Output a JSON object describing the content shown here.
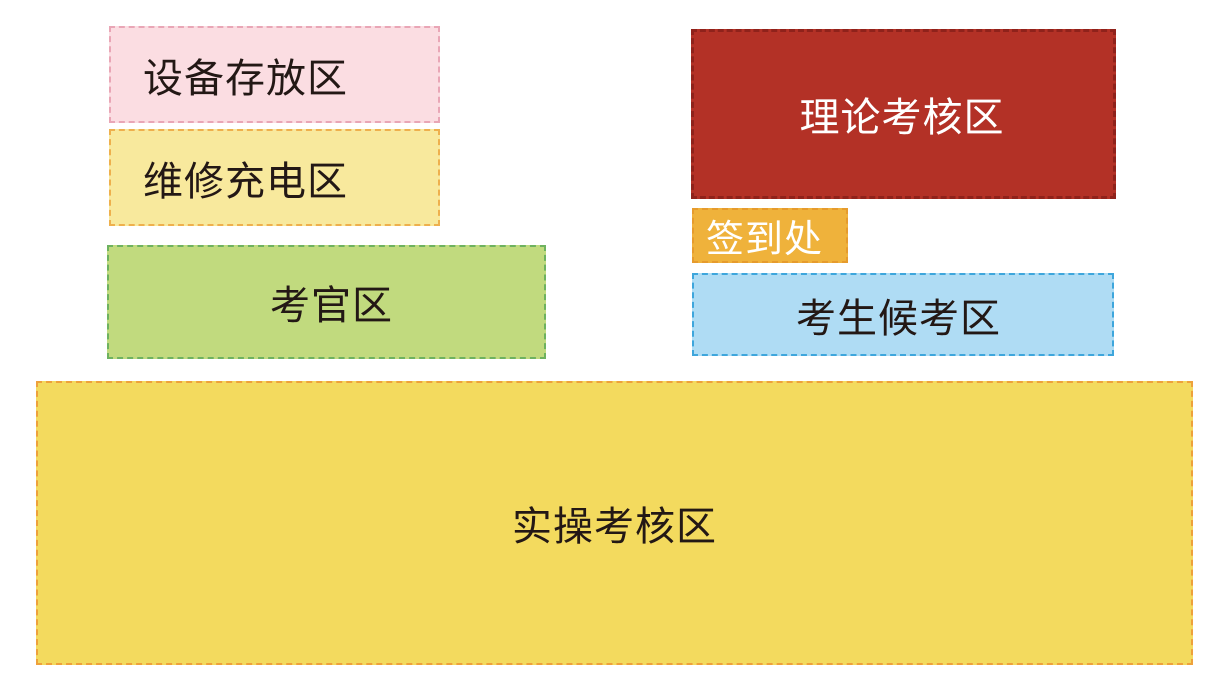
{
  "zones": {
    "storage": {
      "label": "设备存放区",
      "fill": "#fbdde2",
      "border": "#e9a6b6",
      "text_color": "#231815"
    },
    "repair": {
      "label": "维修充电区",
      "fill": "#f8e99d",
      "border": "#eeb04d",
      "text_color": "#231815"
    },
    "examiner": {
      "label": "考官区",
      "fill": "#c1da7e",
      "border": "#6eb25f",
      "text_color": "#231815"
    },
    "theory": {
      "label": "理论考核区",
      "fill": "#b33126",
      "border": "#8f221b",
      "text_color": "#ffffff"
    },
    "signin": {
      "label": "签到处",
      "fill": "#efb23b",
      "border": "#e69b2d",
      "text_color": "#ffffff"
    },
    "waiting": {
      "label": "考生候考区",
      "fill": "#afdcf4",
      "border": "#3ea6dc",
      "text_color": "#231815"
    },
    "practice": {
      "label": "实操考核区",
      "fill": "#f3da5e",
      "border": "#eea13b",
      "text_color": "#231815"
    }
  }
}
